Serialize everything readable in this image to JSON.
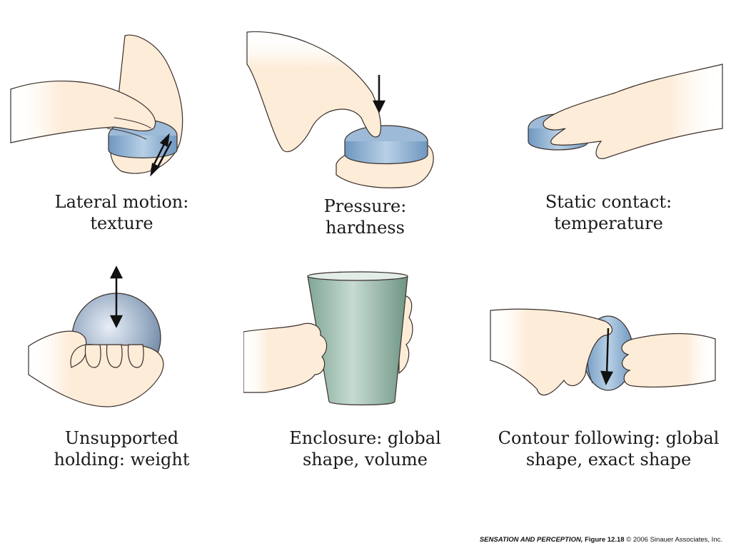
{
  "panels": [
    {
      "id": "lateral-motion",
      "line1": "Lateral motion:",
      "line2": "texture"
    },
    {
      "id": "pressure",
      "line1": "Pressure:",
      "line2": "hardness"
    },
    {
      "id": "static-contact",
      "line1": "Static contact:",
      "line2": "temperature"
    },
    {
      "id": "unsupported-holding",
      "line1": "Unsupported",
      "line2": "holding: weight"
    },
    {
      "id": "enclosure",
      "line1": "Enclosure: global",
      "line2": "shape, volume"
    },
    {
      "id": "contour-following",
      "line1": "Contour following: global",
      "line2": "shape, exact shape"
    }
  ],
  "footer": {
    "book": "SENSATION AND PERCEPTION,",
    "figure": "Figure 12.18",
    "copyright": "© 2006 Sinauer Associates, Inc."
  },
  "colors": {
    "skin": "#fdecd8",
    "skin_outline": "#3a2f2a",
    "disk_blue": "#8aaed0",
    "cup_green": "#8fb3a4",
    "arrow": "#111111"
  }
}
